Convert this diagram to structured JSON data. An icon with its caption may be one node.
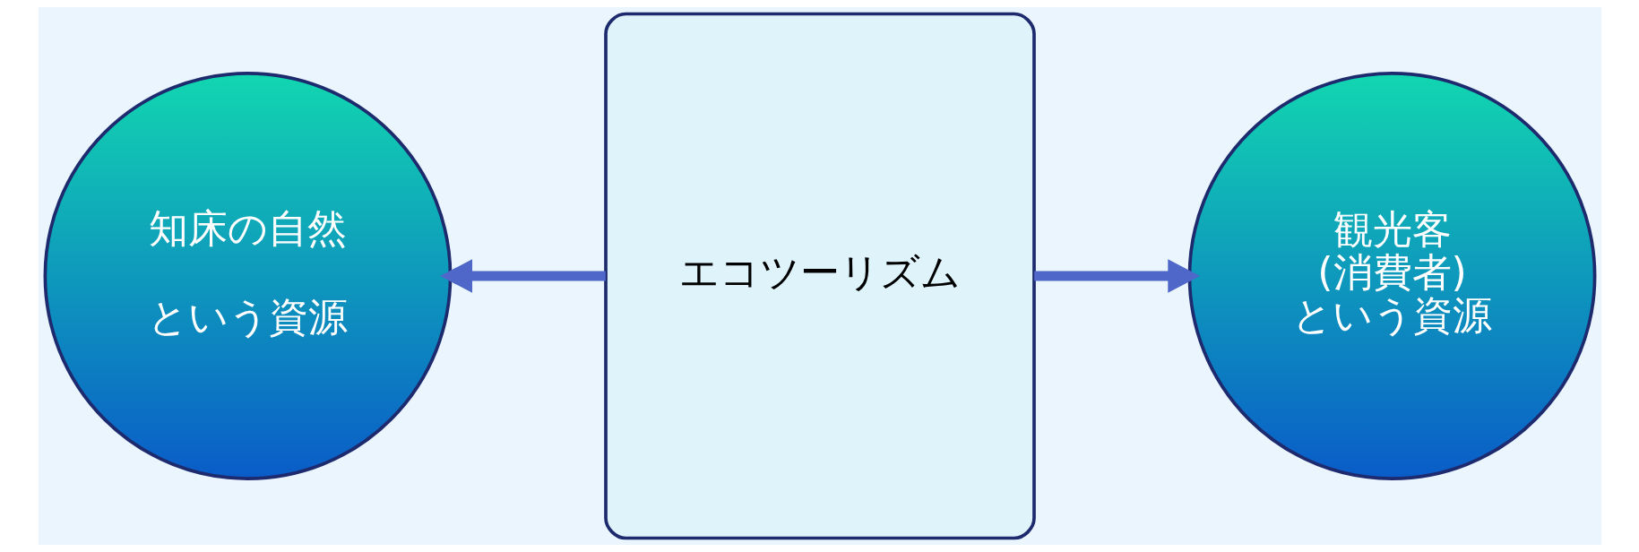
{
  "diagram": {
    "nodes": [
      {
        "text": [
          "知床の自然",
          "という資源"
        ]
      },
      {
        "text": [
          "エコツーリズム"
        ]
      },
      {
        "text": [
          "観光客",
          "(消費者)",
          "という資源"
        ]
      }
    ],
    "edges": [
      {
        "from": 1,
        "to": 0,
        "arrow": "to"
      },
      {
        "from": 1,
        "to": 2,
        "arrow": "to"
      }
    ]
  }
}
